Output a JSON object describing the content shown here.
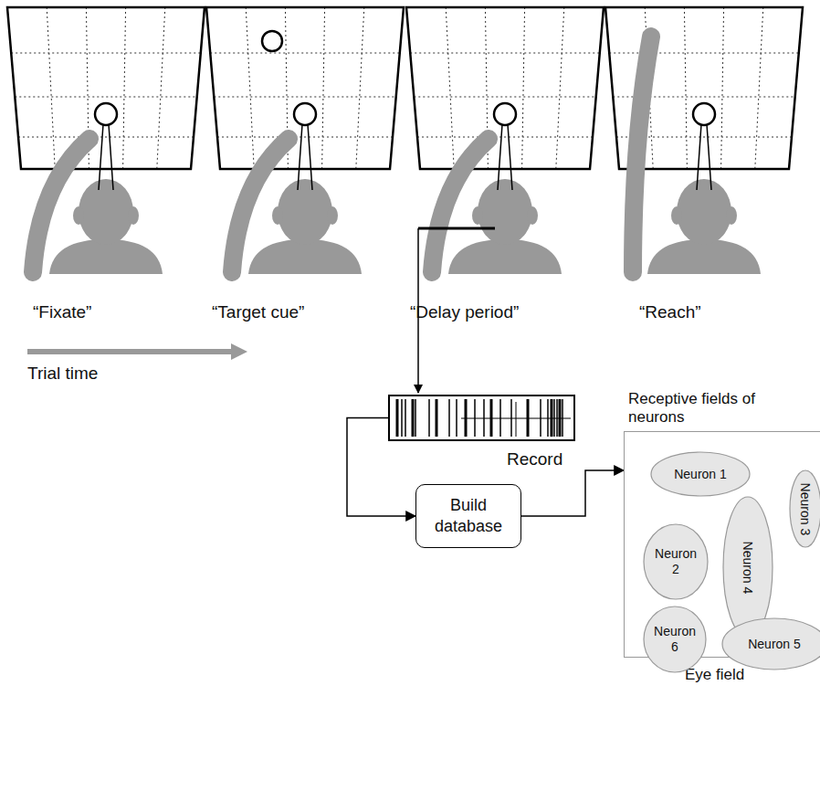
{
  "diagram": {
    "nodes": [
      {
        "text": [
          "Record"
        ]
      },
      {
        "text": [
          "Build database"
        ]
      },
      {
        "text": [
          "Receptive fields of neurons",
          "Eye field"
        ]
      },
      {
        "text": [
          "Neuron 1"
        ],
        "in": 2
      },
      {
        "text": [
          "Neuron 2"
        ],
        "in": 2
      },
      {
        "text": [
          "Neuron 3"
        ],
        "in": 2
      },
      {
        "text": [
          "Neuron 4"
        ],
        "in": 2
      },
      {
        "text": [
          "Neuron 5"
        ],
        "in": 2
      },
      {
        "text": [
          "Neuron 6"
        ],
        "in": 2
      }
    ],
    "edges": [
      {
        "from": 0,
        "to": 1,
        "arrow": "to"
      },
      {
        "from": 1,
        "to": 2,
        "arrow": "to"
      }
    ],
    "labels": [
      "“Fixate”",
      "“Target cue”",
      "“Delay period”",
      "“Reach”",
      "Trial time"
    ]
  }
}
